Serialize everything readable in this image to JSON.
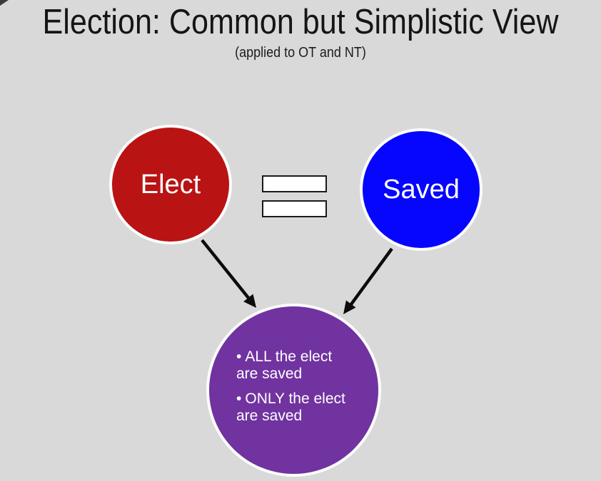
{
  "slide": {
    "title": "Election: Common but Simplistic View",
    "subtitle": "(applied to OT and NT)",
    "background_color": "#d9d9d9"
  },
  "diagram": {
    "elect": {
      "label": "Elect",
      "fill": "#b91313",
      "text_color": "#ffffff"
    },
    "saved": {
      "label": "Saved",
      "fill": "#0606fe",
      "text_color": "#ffffff"
    },
    "equals": {
      "bar_fill": "#ffffff",
      "bar_border": "#1a1a1a"
    },
    "result": {
      "fill": "#7133a0",
      "text_color": "#ffffff",
      "bullet_char": "•",
      "bullets": [
        {
          "text": "ALL the elect are saved",
          "lines": [
            "ALL the elect",
            "are saved"
          ]
        },
        {
          "text": "ONLY the elect are saved",
          "lines": [
            "are saved"
          ]
        }
      ]
    },
    "arrow_color": "#0b0b0b"
  }
}
